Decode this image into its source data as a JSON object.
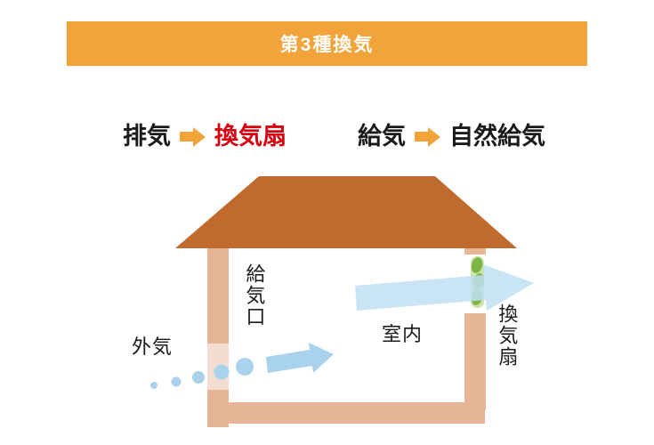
{
  "banner": {
    "title": "第3種換気"
  },
  "legend": [
    {
      "label": "排気",
      "arrow": "right-arrow",
      "target": "換気扇"
    },
    {
      "label": "給気",
      "arrow": "right-arrow",
      "target": "自然給気"
    }
  ],
  "house": {
    "outside_air": "外気",
    "inlet": "給気口",
    "indoor": "室内",
    "fan": "換気扇"
  },
  "colors": {
    "banner_orange": "#F2A43B",
    "arrow_orange": "#F2A43B",
    "exhaust_red": "#D7000F",
    "roof_brown": "#C16A2E",
    "wall_tan": "#E6B497",
    "airflow_blue": "#BFDFF2",
    "inlet_dot_blue": "#A9D3ED",
    "fan_green": "#7CB544",
    "fan_green_light": "#CFE3A8",
    "text_black": "#1A1A1A"
  }
}
